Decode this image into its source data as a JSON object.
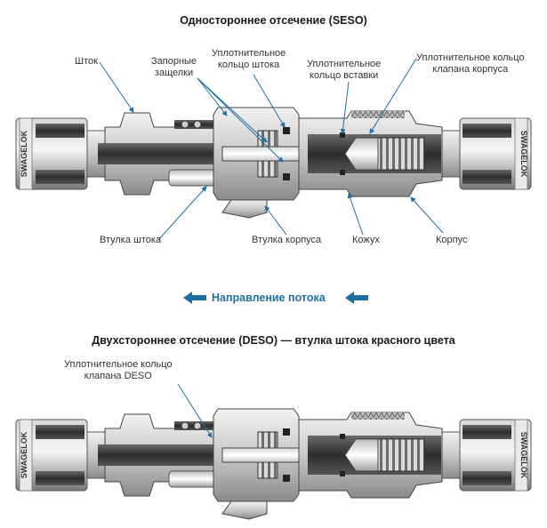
{
  "seso": {
    "title": "Одностороннее отсечение (SESO)",
    "labels": {
      "stem": "Шток",
      "latches": "Запорные\nзащелки",
      "stem_oring": "Уплотнительное\nкольцо штока",
      "insert_oring": "Уплотнительное\nкольцо вставки",
      "body_valve_oring": "Уплотнительное кольцо\nклапана корпуса",
      "stem_sleeve": "Втулка штока",
      "body_sleeve": "Втулка корпуса",
      "casing": "Кожух",
      "body": "Корпус"
    }
  },
  "flow": {
    "label": "Направление потока",
    "arrow_color": "#1f6fa3"
  },
  "deso": {
    "title": "Двухстороннее отсечение (DESO) — втулка штока красного цвета",
    "labels": {
      "deso_oring": "Уплотнительное кольцо\nклапана DESO"
    }
  },
  "nut_text": "SWAGELOK",
  "colors": {
    "steel_light": "#e6e6e6",
    "steel_mid": "#b4b4b4",
    "steel_dark": "#4a4a4a",
    "leader": "#1f6fa3"
  }
}
